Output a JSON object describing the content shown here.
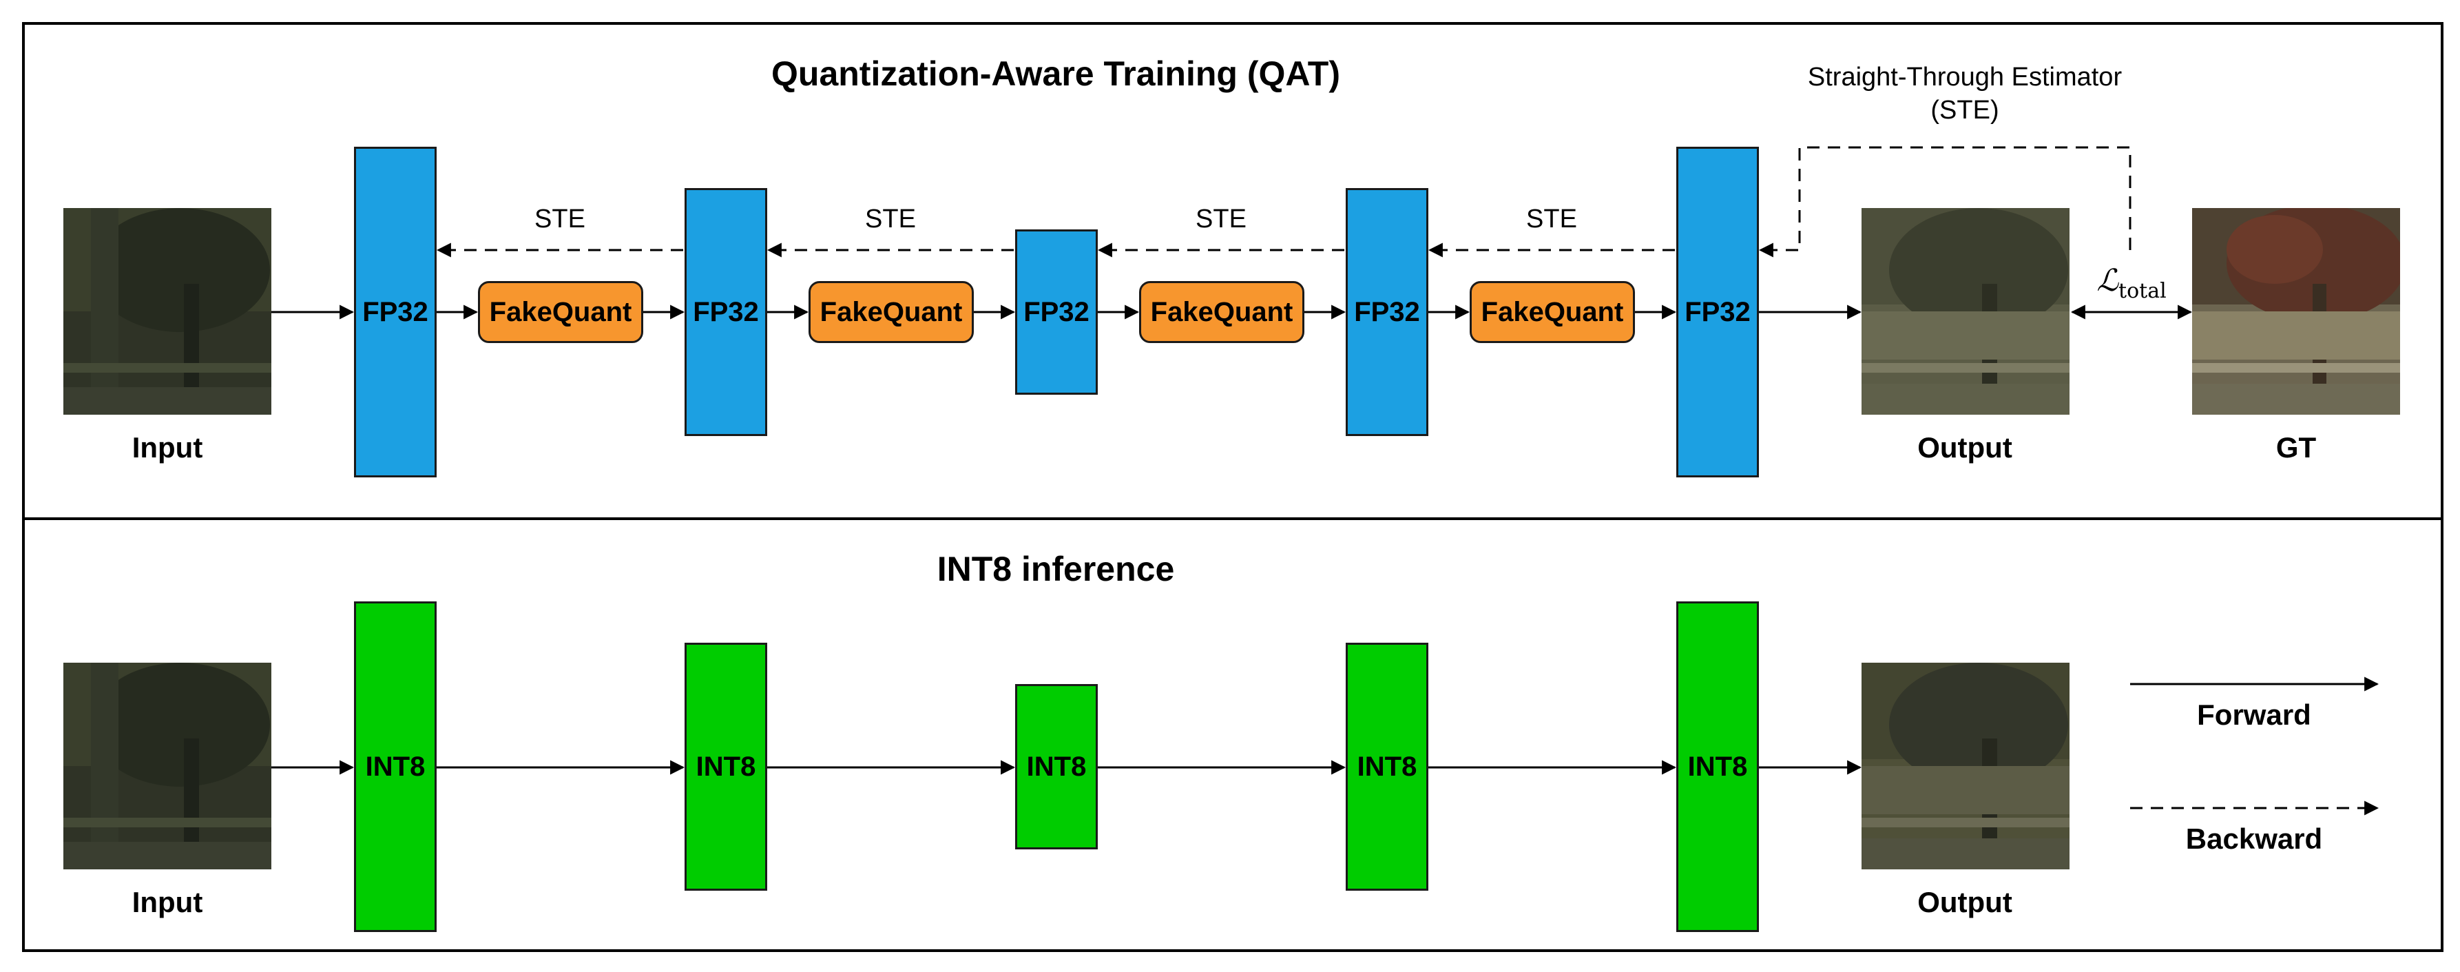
{
  "qat": {
    "title": "Quantization-Aware Training (QAT)",
    "ste_title_line1": "Straight-Through Estimator",
    "ste_title_line2": "(STE)",
    "input_label": "Input",
    "output_label": "Output",
    "gt_label": "GT",
    "loss_label": "ℒ",
    "loss_subscript": "total",
    "layer_label": "FP32",
    "fakequant_label": "FakeQuant",
    "ste_label": "STE"
  },
  "int8": {
    "title": "INT8 inference",
    "input_label": "Input",
    "output_label": "Output",
    "layer_label": "INT8"
  },
  "legend": {
    "forward_label": "Forward",
    "backward_label": "Backward"
  },
  "colors": {
    "fp32": "#1ca0e2",
    "int8": "#00cc00",
    "fakequant": "#f7962e"
  }
}
